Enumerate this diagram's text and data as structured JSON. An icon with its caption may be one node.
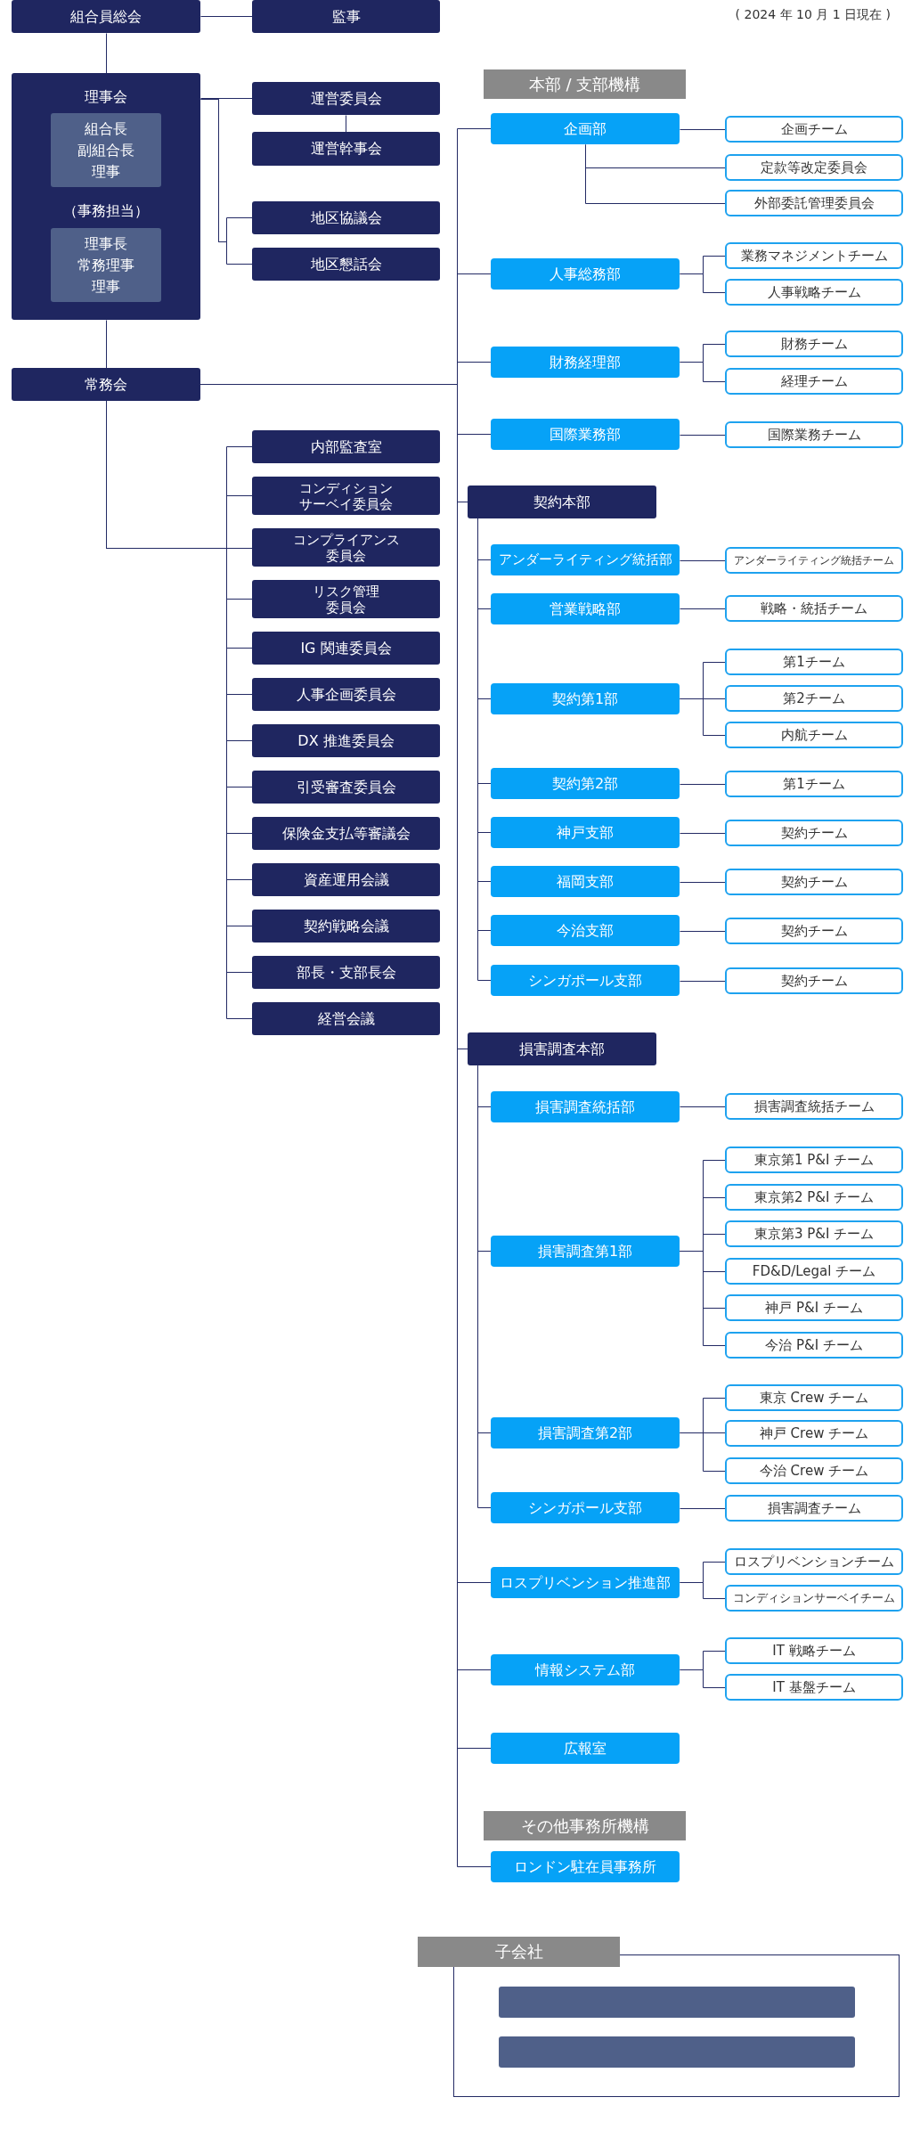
{
  "diagram": {
    "nodes": [
      {
        "text": [
          "組合員総会"
        ]
      },
      {
        "text": [
          "監事"
        ]
      },
      {
        "text": [
          "理事会",
          "（事務担当）"
        ]
      },
      {
        "text": [
          "組合長",
          "副組合長",
          "理事"
        ],
        "in": 2
      },
      {
        "text": [
          "理事長",
          "常務理事",
          "理事"
        ],
        "in": 2
      },
      {
        "text": [
          "運営委員会"
        ]
      },
      {
        "text": [
          "運営幹事会"
        ]
      },
      {
        "text": [
          "地区協議会"
        ]
      },
      {
        "text": [
          "地区懇話会"
        ]
      },
      {
        "text": [
          "常務会"
        ]
      },
      {
        "text": [
          "内部監査室"
        ]
      },
      {
        "text": [
          "コンディションサーベイ委員会"
        ]
      },
      {
        "text": [
          "コンプライアンス委員会"
        ]
      },
      {
        "text": [
          "リスク管理委員会"
        ]
      },
      {
        "text": [
          "IG 関連委員会"
        ]
      },
      {
        "text": [
          "人事企画委員会"
        ]
      },
      {
        "text": [
          "DX 推進委員会"
        ]
      },
      {
        "text": [
          "引受審査委員会"
        ]
      },
      {
        "text": [
          "保険金支払等審議会"
        ]
      },
      {
        "text": [
          "資産運用会議"
        ]
      },
      {
        "text": [
          "契約戦略会議"
        ]
      },
      {
        "text": [
          "部長・支部長会"
        ]
      },
      {
        "text": [
          "経営会議"
        ]
      },
      {
        "text": [
          "本部 / 支部機構"
        ]
      },
      {
        "text": [
          "企画部"
        ]
      },
      {
        "text": [
          "企画チーム"
        ]
      },
      {
        "text": [
          "定款等改定委員会"
        ]
      },
      {
        "text": [
          "外部委託管理委員会"
        ]
      },
      {
        "text": [
          "人事総務部"
        ]
      },
      {
        "text": [
          "業務マネジメントチーム"
        ]
      },
      {
        "text": [
          "人事戦略チーム"
        ]
      },
      {
        "text": [
          "財務経理部"
        ]
      },
      {
        "text": [
          "財務チーム"
        ]
      },
      {
        "text": [
          "経理チーム"
        ]
      },
      {
        "text": [
          "国際業務部"
        ]
      },
      {
        "text": [
          "国際業務チーム"
        ]
      },
      {
        "text": [
          "契約本部"
        ]
      },
      {
        "text": [
          "アンダーライティング統括部"
        ]
      },
      {
        "text": [
          "アンダーライティング統括チーム"
        ]
      },
      {
        "text": [
          "営業戦略部"
        ]
      },
      {
        "text": [
          "戦略・統括チーム"
        ]
      },
      {
        "text": [
          "契約第1部"
        ]
      },
      {
        "text": [
          "第1チーム"
        ]
      },
      {
        "text": [
          "第2チーム"
        ]
      },
      {
        "text": [
          "内航チーム"
        ]
      },
      {
        "text": [
          "契約第2部"
        ]
      },
      {
        "text": [
          "第1チーム"
        ]
      },
      {
        "text": [
          "神戸支部"
        ]
      },
      {
        "text": [
          "契約チーム"
        ]
      },
      {
        "text": [
          "福岡支部"
        ]
      },
      {
        "text": [
          "契約チーム"
        ]
      },
      {
        "text": [
          "今治支部"
        ]
      },
      {
        "text": [
          "契約チーム"
        ]
      },
      {
        "text": [
          "シンガポール支部"
        ]
      },
      {
        "text": [
          "契約チーム"
        ]
      },
      {
        "text": [
          "損害調査本部"
        ]
      },
      {
        "text": [
          "損害調査統括部"
        ]
      },
      {
        "text": [
          "損害調査統括チーム"
        ]
      },
      {
        "text": [
          "損害調査第1部"
        ]
      },
      {
        "text": [
          "東京第1 P&I チーム"
        ]
      },
      {
        "text": [
          "東京第2 P&I チーム"
        ]
      },
      {
        "text": [
          "東京第3 P&I チーム"
        ]
      },
      {
        "text": [
          "FD&D/Legal チーム"
        ]
      },
      {
        "text": [
          "神戸 P&I チーム"
        ]
      },
      {
        "text": [
          "今治 P&I チーム"
        ]
      },
      {
        "text": [
          "損害調査第2部"
        ]
      },
      {
        "text": [
          "東京 Crew チーム"
        ]
      },
      {
        "text": [
          "神戸 Crew チーム"
        ]
      },
      {
        "text": [
          "今治 Crew チーム"
        ]
      },
      {
        "text": [
          "シンガポール支部"
        ]
      },
      {
        "text": [
          "損害調査チーム"
        ]
      },
      {
        "text": [
          "ロスプリベンション推進部"
        ]
      },
      {
        "text": [
          "ロスプリベンションチーム"
        ]
      },
      {
        "text": [
          "コンディションサーベイチーム"
        ]
      },
      {
        "text": [
          "情報システム部"
        ]
      },
      {
        "text": [
          "IT 戦略チーム"
        ]
      },
      {
        "text": [
          "IT 基盤チーム"
        ]
      },
      {
        "text": [
          "広報室"
        ]
      },
      {
        "text": [
          "その他事務所機構"
        ]
      },
      {
        "text": [
          "ロンドン駐在員事務所"
        ]
      },
      {
        "text": [
          "子会社"
        ]
      },
      {
        "text": [],
        "shape": "box"
      },
      {
        "text": [],
        "shape": "box",
        "in": 81
      },
      {
        "text": [],
        "shape": "box",
        "in": 81
      }
    ],
    "edges": [
      {
        "from": 0,
        "to": 1,
        "arrow": "none"
      },
      {
        "from": 0,
        "to": 2,
        "arrow": "none"
      },
      {
        "from": 2,
        "to": 5,
        "arrow": "none"
      },
      {
        "from": 2,
        "to": 7,
        "arrow": "none"
      },
      {
        "from": 2,
        "to": 8,
        "arrow": "none"
      },
      {
        "from": 2,
        "to": 9,
        "arrow": "none"
      },
      {
        "from": 5,
        "to": 6,
        "arrow": "none"
      },
      {
        "from": 9,
        "to": 10,
        "arrow": "none"
      },
      {
        "from": 9,
        "to": 11,
        "arrow": "none"
      },
      {
        "from": 9,
        "to": 12,
        "arrow": "none"
      },
      {
        "from": 9,
        "to": 13,
        "arrow": "none"
      },
      {
        "from": 9,
        "to": 14,
        "arrow": "none"
      },
      {
        "from": 9,
        "to": 15,
        "arrow": "none"
      },
      {
        "from": 9,
        "to": 16,
        "arrow": "none"
      },
      {
        "from": 9,
        "to": 17,
        "arrow": "none"
      },
      {
        "from": 9,
        "to": 18,
        "arrow": "none"
      },
      {
        "from": 9,
        "to": 19,
        "arrow": "none"
      },
      {
        "from": 9,
        "to": 20,
        "arrow": "none"
      },
      {
        "from": 9,
        "to": 21,
        "arrow": "none"
      },
      {
        "from": 9,
        "to": 22,
        "arrow": "none"
      },
      {
        "from": 9,
        "to": 24,
        "arrow": "none"
      },
      {
        "from": 9,
        "to": 28,
        "arrow": "none"
      },
      {
        "from": 9,
        "to": 31,
        "arrow": "none"
      },
      {
        "from": 9,
        "to": 34,
        "arrow": "none"
      },
      {
        "from": 9,
        "to": 36,
        "arrow": "none"
      },
      {
        "from": 9,
        "to": 55,
        "arrow": "none"
      },
      {
        "from": 9,
        "to": 71,
        "arrow": "none"
      },
      {
        "from": 9,
        "to": 74,
        "arrow": "none"
      },
      {
        "from": 9,
        "to": 77,
        "arrow": "none"
      },
      {
        "from": 9,
        "to": 79,
        "arrow": "none"
      },
      {
        "from": 24,
        "to": 25,
        "arrow": "none"
      },
      {
        "from": 24,
        "to": 26,
        "arrow": "none"
      },
      {
        "from": 24,
        "to": 27,
        "arrow": "none"
      },
      {
        "from": 28,
        "to": 29,
        "arrow": "none"
      },
      {
        "from": 28,
        "to": 30,
        "arrow": "none"
      },
      {
        "from": 31,
        "to": 32,
        "arrow": "none"
      },
      {
        "from": 31,
        "to": 33,
        "arrow": "none"
      },
      {
        "from": 34,
        "to": 35,
        "arrow": "none"
      },
      {
        "from": 36,
        "to": 37,
        "arrow": "none"
      },
      {
        "from": 36,
        "to": 39,
        "arrow": "none"
      },
      {
        "from": 36,
        "to": 41,
        "arrow": "none"
      },
      {
        "from": 36,
        "to": 45,
        "arrow": "none"
      },
      {
        "from": 36,
        "to": 47,
        "arrow": "none"
      },
      {
        "from": 36,
        "to": 49,
        "arrow": "none"
      },
      {
        "from": 36,
        "to": 51,
        "arrow": "none"
      },
      {
        "from": 36,
        "to": 53,
        "arrow": "none"
      },
      {
        "from": 37,
        "to": 38,
        "arrow": "none"
      },
      {
        "from": 39,
        "to": 40,
        "arrow": "none"
      },
      {
        "from": 41,
        "to": 42,
        "arrow": "none"
      },
      {
        "from": 41,
        "to": 43,
        "arrow": "none"
      },
      {
        "from": 41,
        "to": 44,
        "arrow": "none"
      },
      {
        "from": 45,
        "to": 46,
        "arrow": "none"
      },
      {
        "from": 47,
        "to": 48,
        "arrow": "none"
      },
      {
        "from": 49,
        "to": 50,
        "arrow": "none"
      },
      {
        "from": 51,
        "to": 52,
        "arrow": "none"
      },
      {
        "from": 53,
        "to": 54,
        "arrow": "none"
      },
      {
        "from": 55,
        "to": 56,
        "arrow": "none"
      },
      {
        "from": 55,
        "to": 58,
        "arrow": "none"
      },
      {
        "from": 55,
        "to": 65,
        "arrow": "none"
      },
      {
        "from": 55,
        "to": 69,
        "arrow": "none"
      },
      {
        "from": 56,
        "to": 57,
        "arrow": "none"
      },
      {
        "from": 58,
        "to": 59,
        "arrow": "none"
      },
      {
        "from": 58,
        "to": 60,
        "arrow": "none"
      },
      {
        "from": 58,
        "to": 61,
        "arrow": "none"
      },
      {
        "from": 58,
        "to": 62,
        "arrow": "none"
      },
      {
        "from": 58,
        "to": 63,
        "arrow": "none"
      },
      {
        "from": 58,
        "to": 64,
        "arrow": "none"
      },
      {
        "from": 65,
        "to": 66,
        "arrow": "none"
      },
      {
        "from": 65,
        "to": 67,
        "arrow": "none"
      },
      {
        "from": 65,
        "to": 68,
        "arrow": "none"
      },
      {
        "from": 69,
        "to": 70,
        "arrow": "none"
      },
      {
        "from": 71,
        "to": 72,
        "arrow": "none"
      },
      {
        "from": 71,
        "to": 73,
        "arrow": "none"
      },
      {
        "from": 74,
        "to": 75,
        "arrow": "none"
      },
      {
        "from": 74,
        "to": 76,
        "arrow": "none"
      }
    ],
    "labels": [
      "( 2024 年 10 月 1 日現在 )"
    ]
  }
}
